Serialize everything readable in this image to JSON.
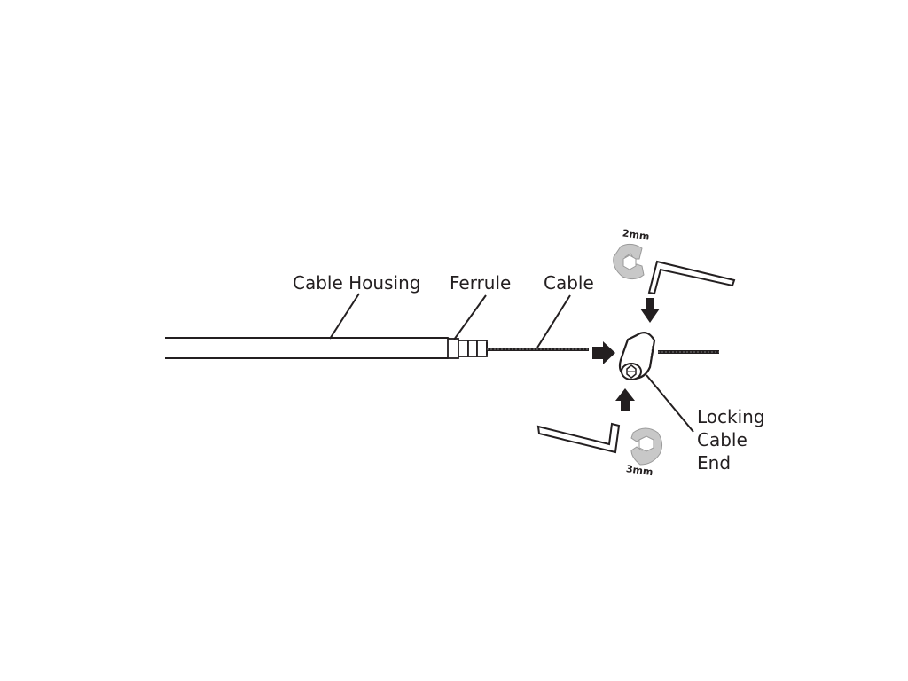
{
  "labels": {
    "housing": "Cable Housing",
    "ferrule": "Ferrule",
    "cable": "Cable",
    "locking_line1": "Locking",
    "locking_line2": "Cable",
    "locking_line3": "End"
  },
  "tools": {
    "top_size": "2mm",
    "bottom_size": "3mm"
  },
  "colors": {
    "ink": "#231f20",
    "wrench": "#c8c8c8",
    "wrench_outline": "#9a9a9a",
    "background": "#ffffff"
  }
}
